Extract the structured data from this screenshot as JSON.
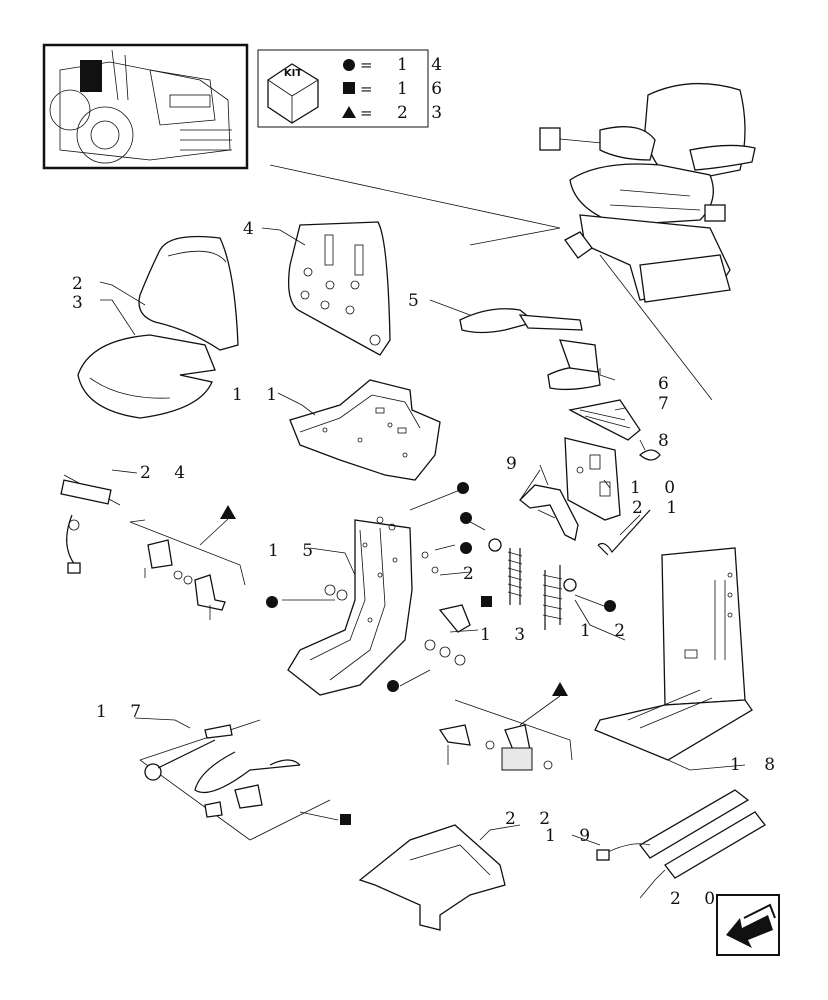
{
  "kit_legend": {
    "kit_label": "KIT",
    "circle_value": "1 4",
    "square_value": "1 6",
    "triangle_value": "2 3",
    "equals": "="
  },
  "callouts": {
    "c2a": "2",
    "c3": "3",
    "c4": "4",
    "c5": "5",
    "c6": "6",
    "c7": "7",
    "c8": "8",
    "c9": "9",
    "c10": "1 0",
    "c11": "1 1",
    "c2b": "2",
    "c12": "1 2",
    "c13": "1 3",
    "c15": "1 5",
    "c17": "1 7",
    "c18": "1 8",
    "c19": "1 9",
    "c20": "2 0",
    "c21": "2 1",
    "c22": "2 2",
    "c24": "2 4"
  },
  "icons": [
    "tractor-thumbnail",
    "kit-box-icon",
    "circle-marker",
    "square-marker",
    "triangle-marker",
    "navigation-arrow-icon"
  ]
}
